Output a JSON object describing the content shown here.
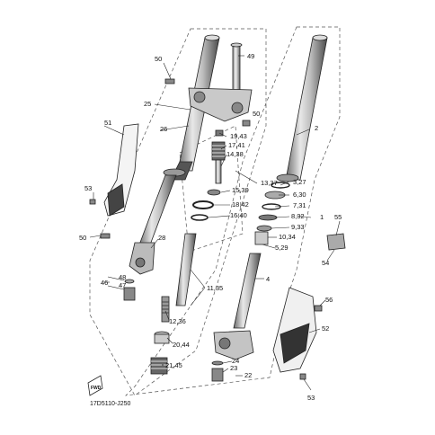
{
  "diagram": {
    "code": "17D5110-J250",
    "fwd_label": "FWD",
    "labels": {
      "l50a": "50",
      "l49": "49",
      "l25": "25",
      "l50b": "50",
      "l51": "51",
      "l26": "26",
      "l2": "2",
      "l1943": "19,43",
      "l1741": "17,41",
      "l1438": "14,38",
      "l1337": "13,37",
      "l53a": "53",
      "l1539": "15,39",
      "l327": "3,27",
      "l630": "6,30",
      "l1842": "18,42",
      "l731": "7,31",
      "l1": "1",
      "l1640": "16,40",
      "l832": "8,32",
      "l55": "55",
      "l933": "9,33",
      "l50c": "50",
      "l28": "28",
      "l1034": "10,34",
      "l529": "5,29",
      "l54": "54",
      "l48": "48",
      "l47": "47",
      "l46": "46",
      "l4": "4",
      "l1135": "11,35",
      "l56": "56",
      "l1236": "12,36",
      "l52": "52",
      "l2044": "20,44",
      "l24": "24",
      "l2145": "21,45",
      "l23": "23",
      "l22": "22",
      "l53b": "53"
    }
  }
}
